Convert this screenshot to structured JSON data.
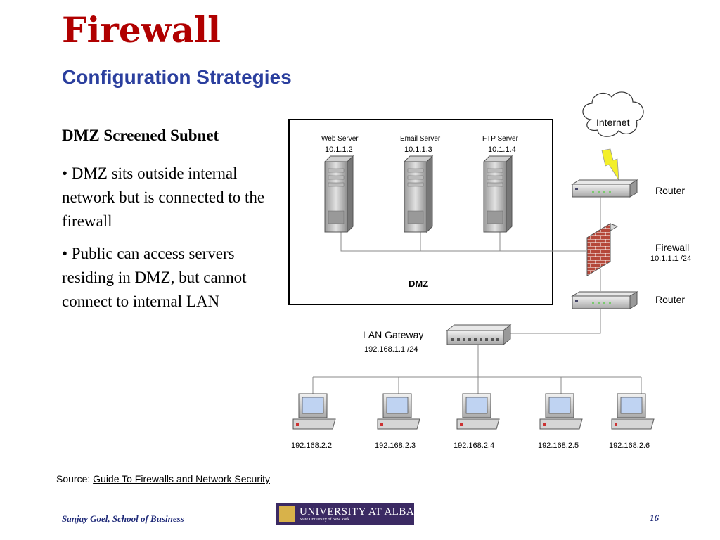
{
  "slide": {
    "title": "Firewall",
    "subtitle": "Configuration Strategies",
    "heading": "DMZ Screened Subnet",
    "bullets": [
      "• DMZ sits outside internal network but is connected to the firewall",
      "• Public can access servers residing in DMZ, but cannot connect to internal LAN"
    ],
    "source_prefix": "Source: ",
    "source_link": "Guide To Firewalls and Network Security",
    "footer_author": "Sanjay Goel, School of Business",
    "page_number": "16",
    "logo": {
      "text": "UNIVERSITY AT ALBANY",
      "subtext": "State University of New York"
    }
  },
  "diagram": {
    "internet": "Internet",
    "dmz_label": "DMZ",
    "servers": [
      {
        "name": "Web Server",
        "ip": "10.1.1.2"
      },
      {
        "name": "Email Server",
        "ip": "10.1.1.3"
      },
      {
        "name": "FTP Server",
        "ip": "10.1.1.4"
      }
    ],
    "router_top": "Router",
    "firewall": {
      "name": "Firewall",
      "ip": "10.1.1.1 /24"
    },
    "router_bottom": "Router",
    "gateway": {
      "name": "LAN Gateway",
      "ip": "192.168.1.1 /24"
    },
    "clients": [
      "192.168.2.2",
      "192.168.2.3",
      "192.168.2.4",
      "192.168.2.5",
      "192.168.2.6"
    ],
    "colors": {
      "title_red": "#b00000",
      "subtitle_blue": "#2b3f9e",
      "brick": "#b5483a",
      "lightning": "#f3ef2a"
    }
  }
}
